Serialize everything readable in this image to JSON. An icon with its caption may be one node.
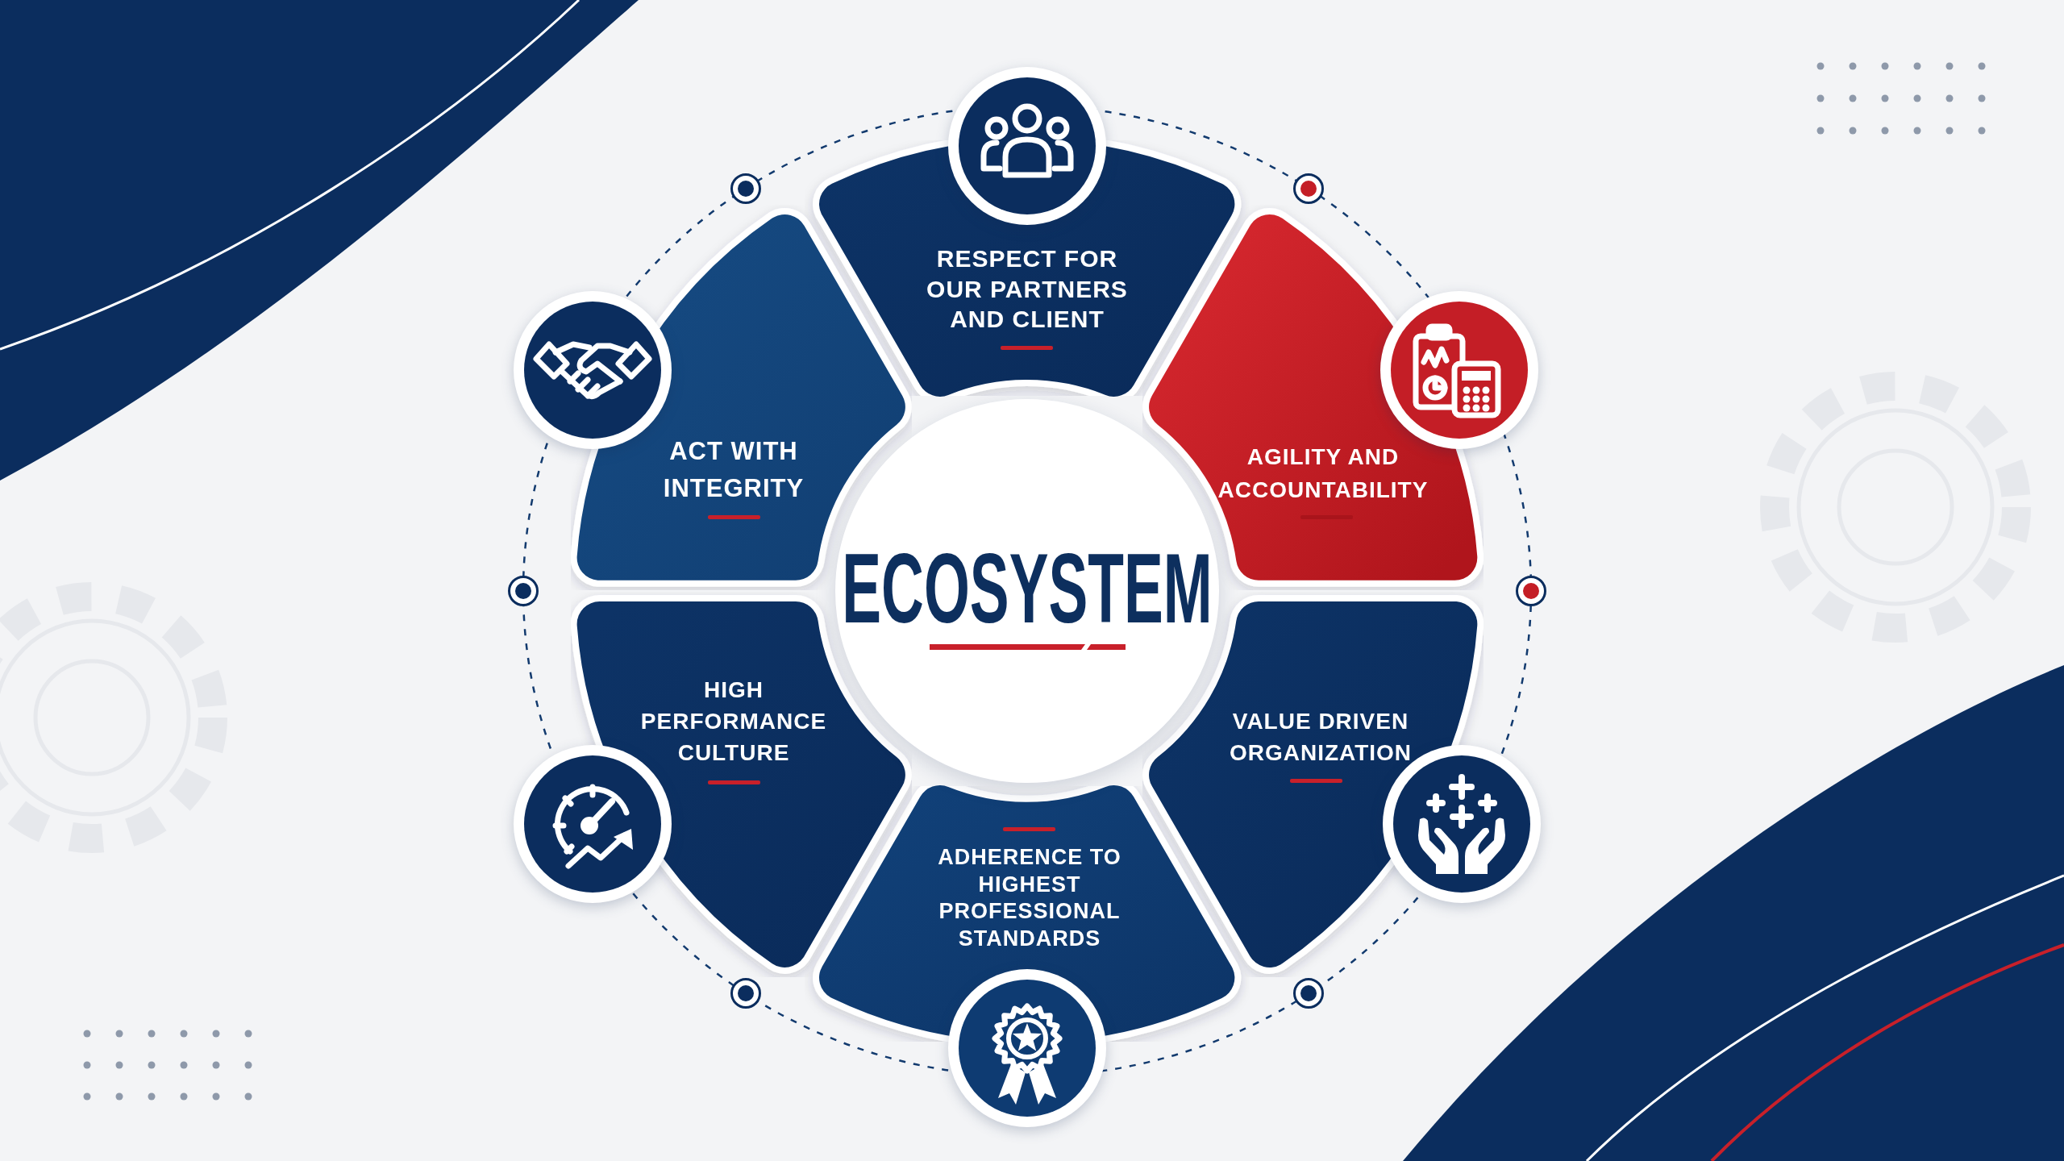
{
  "diagram": {
    "nodes": [
      {
        "text": [
          "ECOSYSTEM"
        ]
      },
      {
        "text": [
          "RESPECT FOR OUR PARTNERS AND CLIENT"
        ]
      },
      {
        "text": [
          "AGILITY AND ACCOUNTABILITY"
        ]
      },
      {
        "text": [
          "VALUE DRIVEN ORGANIZATION"
        ]
      },
      {
        "text": [
          "ADHERENCE TO HIGHEST PROFESSIONAL STANDARDS"
        ]
      },
      {
        "text": [
          "HIGH PERFORMANCE CULTURE"
        ]
      },
      {
        "text": [
          "ACT WITH INTEGRITY"
        ]
      }
    ]
  }
}
